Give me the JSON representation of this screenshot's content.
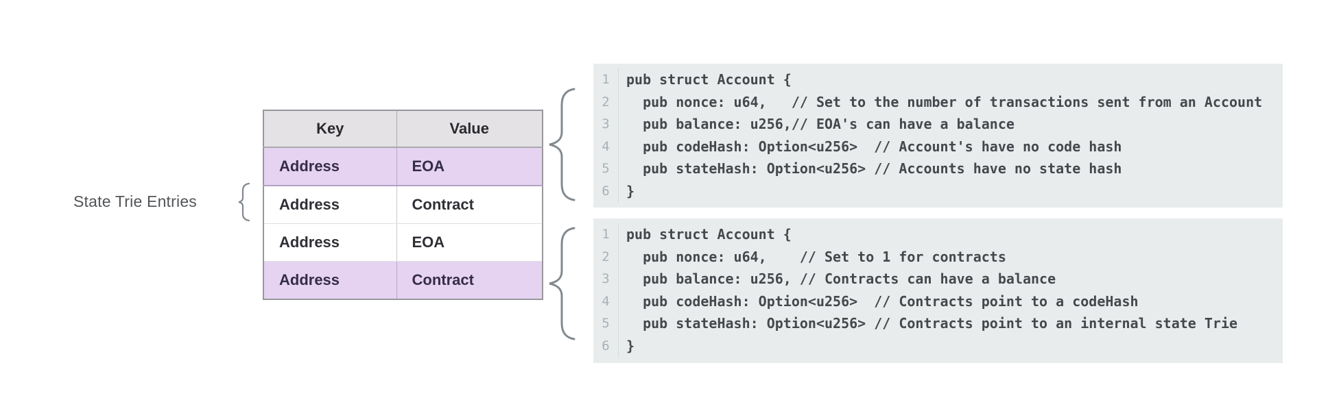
{
  "label": {
    "text": "State Trie Entries"
  },
  "table": {
    "headers": [
      "Key",
      "Value"
    ],
    "rows": [
      {
        "key": "Address",
        "value": "EOA",
        "highlighted": true
      },
      {
        "key": "Address",
        "value": "Contract",
        "highlighted": false
      },
      {
        "key": "Address",
        "value": "EOA",
        "highlighted": false
      },
      {
        "key": "Address",
        "value": "Contract",
        "highlighted": true
      }
    ]
  },
  "code_blocks": [
    {
      "lines": [
        {
          "num": "1",
          "text": "pub struct Account {"
        },
        {
          "num": "2",
          "text": "  pub nonce: u64,   // Set to the number of transactions sent from an Account"
        },
        {
          "num": "3",
          "text": "  pub balance: u256,// EOA's can have a balance"
        },
        {
          "num": "4",
          "text": "  pub codeHash: Option<u256>  // Account's have no code hash"
        },
        {
          "num": "5",
          "text": "  pub stateHash: Option<u256> // Accounts have no state hash"
        },
        {
          "num": "6",
          "text": "}"
        }
      ]
    },
    {
      "lines": [
        {
          "num": "1",
          "text": "pub struct Account {"
        },
        {
          "num": "2",
          "text": "  pub nonce: u64,    // Set to 1 for contracts"
        },
        {
          "num": "3",
          "text": "  pub balance: u256, // Contracts can have a balance"
        },
        {
          "num": "4",
          "text": "  pub codeHash: Option<u256>  // Contracts point to a codeHash"
        },
        {
          "num": "5",
          "text": "  pub stateHash: Option<u256> // Contracts point to an internal state Trie"
        },
        {
          "num": "6",
          "text": "}"
        }
      ]
    }
  ],
  "colors": {
    "highlight_purple": "#e6d3f1",
    "highlight_purple_border": "#b2a0c2",
    "table_header_gray": "#e4e2e5",
    "table_border": "#97979c",
    "code_background": "#e9eced",
    "code_text": "#44484c",
    "line_number_gray": "#a9b1b6",
    "brace_gray": "#82898e",
    "label_text": "#515558"
  }
}
